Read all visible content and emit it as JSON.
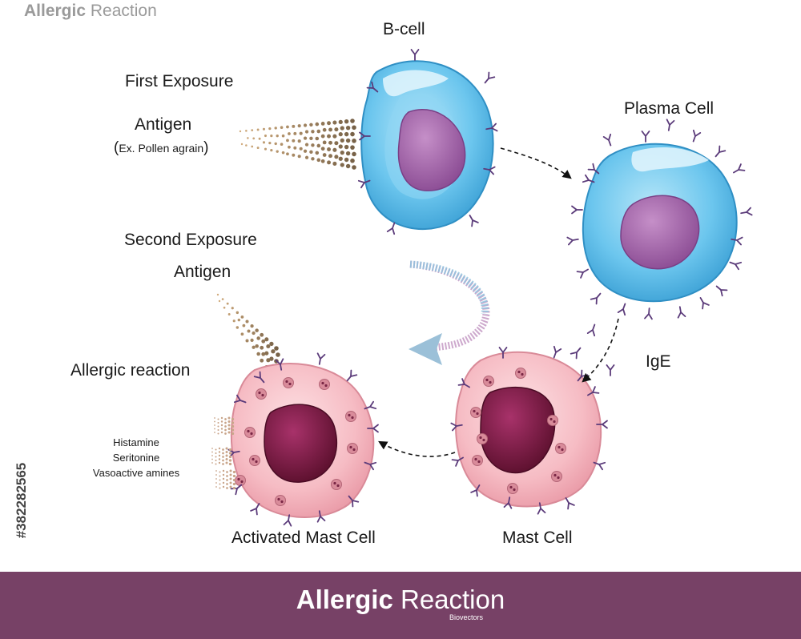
{
  "header": {
    "title_bold": "Allergic",
    "title_rest": " Reaction"
  },
  "labels": {
    "b_cell": "B-cell",
    "first_exposure": "First Exposure",
    "antigen_1": "Antigen",
    "antigen_example_open": "(",
    "antigen_example": "Ex. Pollen agrain",
    "antigen_example_close": ")",
    "plasma_cell": "Plasma Cell",
    "second_exposure": "Second Exposure",
    "antigen_2": "Antigen",
    "ige": "IgE",
    "allergic_reaction": "Allergic reaction",
    "mediator_1": "Histamine",
    "mediator_2": "Seritonine",
    "mediator_3": "Vasoactive amines",
    "activated_mast_cell": "Activated Mast Cell",
    "mast_cell": "Mast Cell"
  },
  "footer": {
    "title_bold": "Allergic",
    "title_rest": " Reaction",
    "subtitle": "Biovectors"
  },
  "watermark": {
    "stock_id": "#382282565"
  },
  "colors": {
    "footer_bg": "#774166",
    "b_cell_body": "#5ec0ea",
    "plasma_cell_body": "#5ec0ea",
    "nucleus": "#9a5aa0",
    "mast_cell_body": "#f4b5bd",
    "mast_nucleus": "#6e1738",
    "antibody": "#5b3b7a",
    "second_exposure_arrow": "#9bc0d8"
  }
}
